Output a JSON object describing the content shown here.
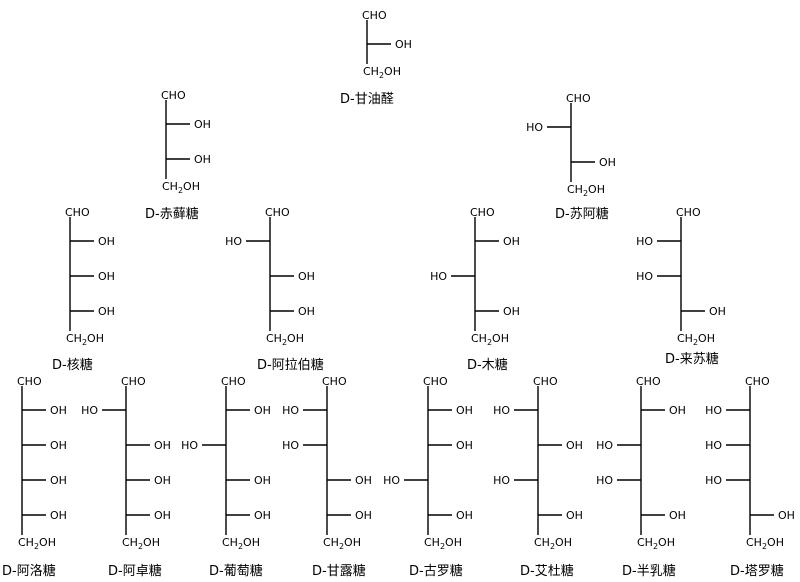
{
  "labels": {
    "cho": "CHO",
    "oh": "OH",
    "ho": "HO",
    "ch2oh_main": "CH",
    "ch2oh_sub": "2",
    "ch2oh_tail": "OH"
  },
  "molecules": [
    {
      "name": "D-甘油醛",
      "config": [
        "R"
      ]
    },
    {
      "name": "D-赤藓糖",
      "config": [
        "R",
        "R"
      ]
    },
    {
      "name": "D-苏阿糖",
      "config": [
        "L",
        "R"
      ]
    },
    {
      "name": "D-核糖",
      "config": [
        "R",
        "R",
        "R"
      ]
    },
    {
      "name": "D-阿拉伯糖",
      "config": [
        "L",
        "R",
        "R"
      ]
    },
    {
      "name": "D-木糖",
      "config": [
        "R",
        "L",
        "R"
      ]
    },
    {
      "name": "D-来苏糖",
      "config": [
        "L",
        "L",
        "R"
      ]
    },
    {
      "name": "D-阿洛糖",
      "config": [
        "R",
        "R",
        "R",
        "R"
      ]
    },
    {
      "name": "D-阿卓糖",
      "config": [
        "L",
        "R",
        "R",
        "R"
      ]
    },
    {
      "name": "D-葡萄糖",
      "config": [
        "R",
        "L",
        "R",
        "R"
      ]
    },
    {
      "name": "D-甘露糖",
      "config": [
        "L",
        "L",
        "R",
        "R"
      ]
    },
    {
      "name": "D-古罗糖",
      "config": [
        "R",
        "R",
        "L",
        "R"
      ]
    },
    {
      "name": "D-艾杜糖",
      "config": [
        "L",
        "R",
        "L",
        "R"
      ]
    },
    {
      "name": "D-半乳糖",
      "config": [
        "R",
        "L",
        "L",
        "R"
      ]
    },
    {
      "name": "D-塔罗糖",
      "config": [
        "L",
        "L",
        "L",
        "R"
      ]
    }
  ]
}
